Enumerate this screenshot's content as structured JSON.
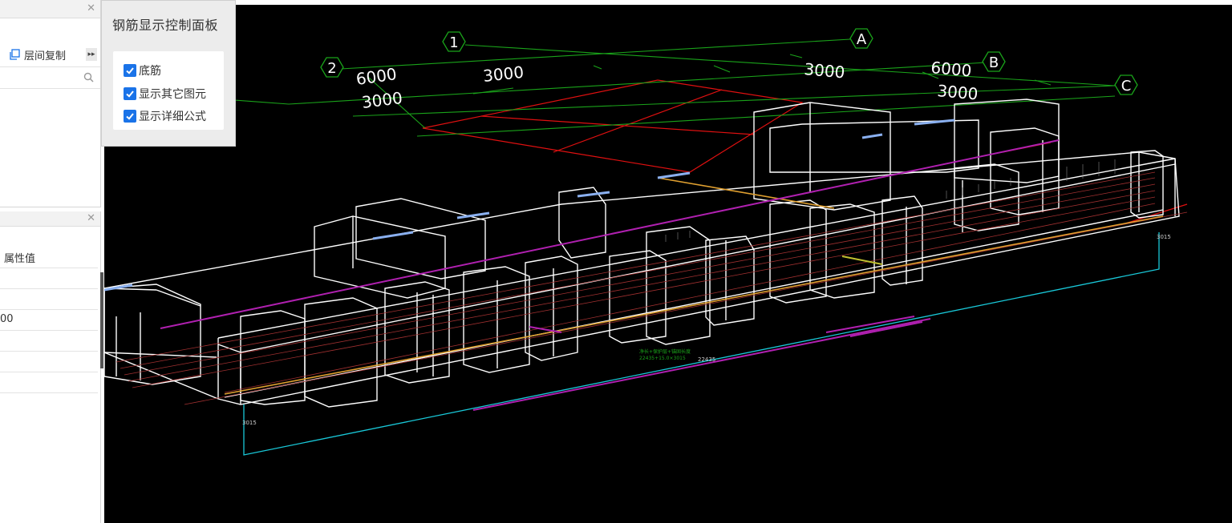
{
  "left_panel": {
    "toolbar": {
      "copy_label": "层间复制",
      "more_label": "▸▸"
    },
    "search": {
      "placeholder": ""
    },
    "props": {
      "header_value": "属性值",
      "row_partial_value": "00"
    }
  },
  "control_panel": {
    "title": "钢筋显示控制面板",
    "options": [
      {
        "label": "底筋",
        "checked": true
      },
      {
        "label": "显示其它图元",
        "checked": true
      },
      {
        "label": "显示详细公式",
        "checked": true
      }
    ]
  },
  "viewport": {
    "axes": [
      "1",
      "2",
      "A",
      "B",
      "C"
    ],
    "dimensions": [
      "6000",
      "3000",
      "3000",
      "3000",
      "6000",
      "3000"
    ],
    "small_labels": {
      "left": "3015",
      "right": "3015",
      "mid": "22435",
      "formula_line1": "净长+保护层+锚固长度",
      "formula_line2": "22435+15.0×3015"
    },
    "colors": {
      "background": "#000000",
      "grid_green": "#1aa31a",
      "grid_red": "#e01010",
      "wire_white": "#ffffff",
      "accent_cyan": "#19c8d8",
      "accent_magenta": "#b020b0"
    }
  }
}
